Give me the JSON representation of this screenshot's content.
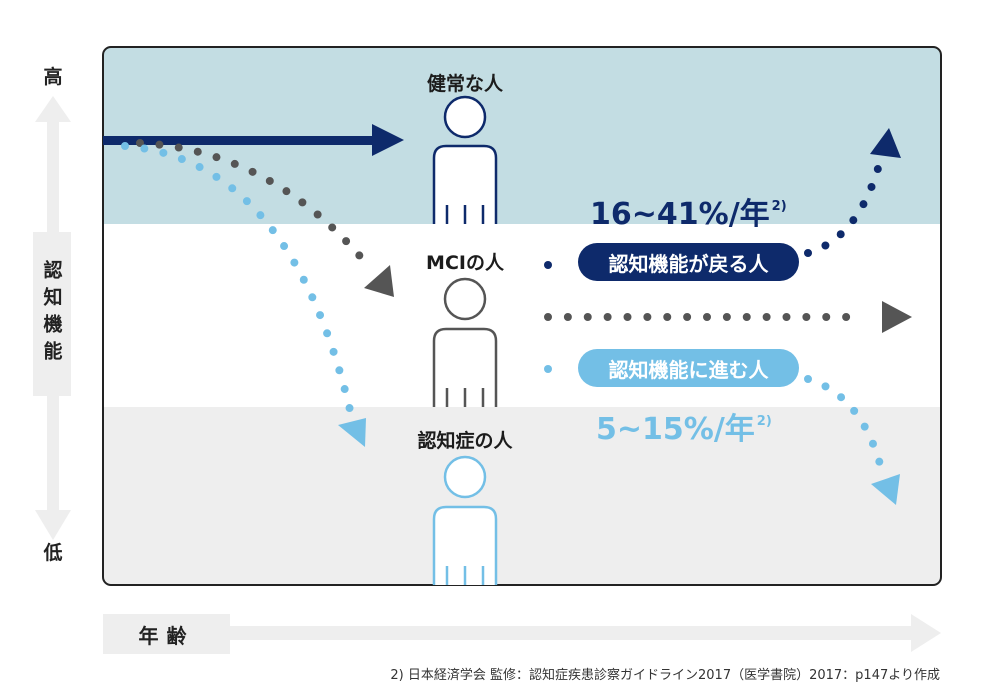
{
  "axis": {
    "high": "高",
    "low": "低",
    "label": "認知機能"
  },
  "groups": {
    "healthy": "健常な人",
    "mci": "MCIの人",
    "dementia": "認知症の人"
  },
  "pills": {
    "recover": "認知機能が戻る人",
    "progress": "認知機能に進む人"
  },
  "rates": {
    "recover": "16~41%/年",
    "recover_note": "2)",
    "progress": "5~15%/年",
    "progress_note": "2)"
  },
  "age_label": "年齢",
  "footnote": "2) 日本経済学会 監修：認知症疾患診察ガイドライン2017（医学書院）2017：p147より作成",
  "colors": {
    "navy": "#0e2a6b",
    "light_blue": "#73bfe6",
    "gray_dots": "#555555",
    "band_healthy": "#c3dde3",
    "band_dementia": "#eeeeee"
  }
}
